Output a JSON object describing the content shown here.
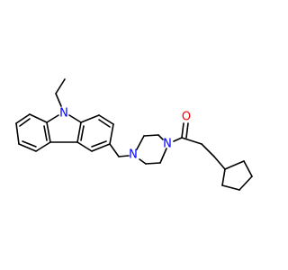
{
  "structure": {
    "atoms": {
      "N_carbazole": {
        "symbol": "N",
        "color": "#0000ff"
      },
      "N_piperazine_left": {
        "symbol": "N",
        "color": "#0000ff"
      },
      "N_piperazine_right": {
        "symbol": "N",
        "color": "#0000ff"
      },
      "O_carbonyl": {
        "symbol": "O",
        "color": "#ff0000"
      }
    },
    "bond_color": "#000000"
  }
}
